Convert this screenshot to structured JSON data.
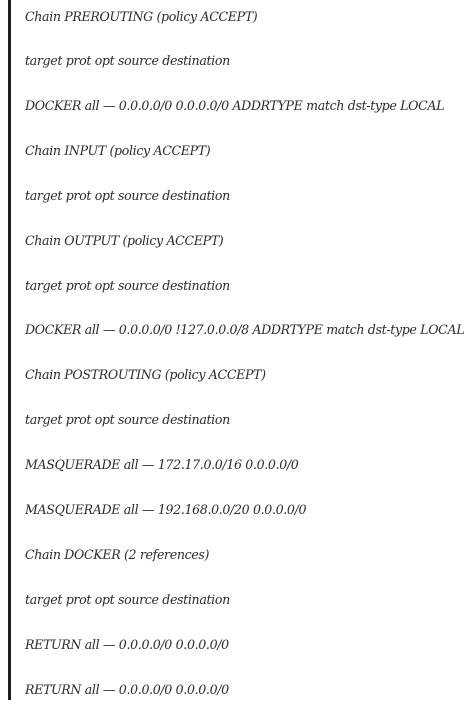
{
  "document": {
    "lines": [
      "Chain PREROUTING (policy ACCEPT)",
      "target prot opt source destination",
      "DOCKER all — 0.0.0.0/0 0.0.0.0/0 ADDRTYPE match dst-type LOCAL",
      "Chain INPUT (policy ACCEPT)",
      "target prot opt source destination",
      "Chain OUTPUT (policy ACCEPT)",
      "target prot opt source destination",
      "DOCKER all — 0.0.0.0/0 !127.0.0.0/8 ADDRTYPE match dst-type LOCAL",
      "Chain POSTROUTING (policy ACCEPT)",
      "target prot opt source destination",
      "MASQUERADE all — 172.17.0.0/16 0.0.0.0/0",
      "MASQUERADE all — 192.168.0.0/20 0.0.0.0/0",
      "Chain DOCKER (2 references)",
      "target prot opt source destination",
      "RETURN all — 0.0.0.0/0 0.0.0.0/0",
      "RETURN all — 0.0.0.0/0 0.0.0.0/0"
    ]
  }
}
